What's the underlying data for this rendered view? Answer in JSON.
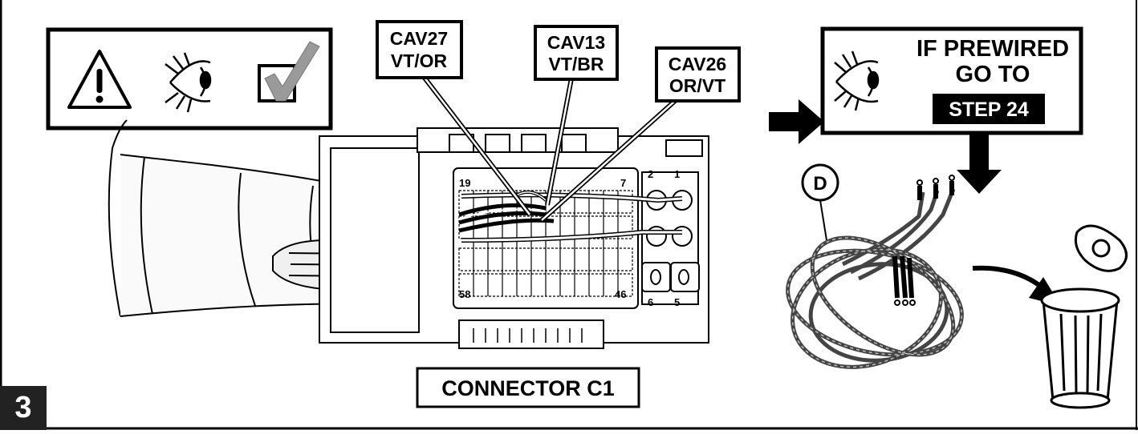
{
  "step_number": "3",
  "callouts": {
    "cav27": {
      "line1": "CAV27",
      "line2": "VT/OR"
    },
    "cav13": {
      "line1": "CAV13",
      "line2": "VT/BR"
    },
    "cav26": {
      "line1": "CAV26",
      "line2": "OR/VT"
    }
  },
  "connector": {
    "label": "CONNECTOR C1",
    "pin_labels": {
      "p19": "19",
      "p7": "7",
      "p58": "58",
      "p46": "46",
      "p2": "2",
      "p1": "1",
      "p6": "6",
      "p5": "5"
    }
  },
  "prewired_box": {
    "line1": "IF PREWIRED",
    "line2": "GO TO",
    "step_link": "STEP 24"
  },
  "harness_item": {
    "letter": "D"
  },
  "icons": [
    "warning-triangle-icon",
    "inspect-eye-icon",
    "check-box-icon",
    "eye-icon",
    "right-arrow-icon",
    "down-arrow-icon",
    "curved-arrow-icon",
    "trash-can-icon"
  ]
}
